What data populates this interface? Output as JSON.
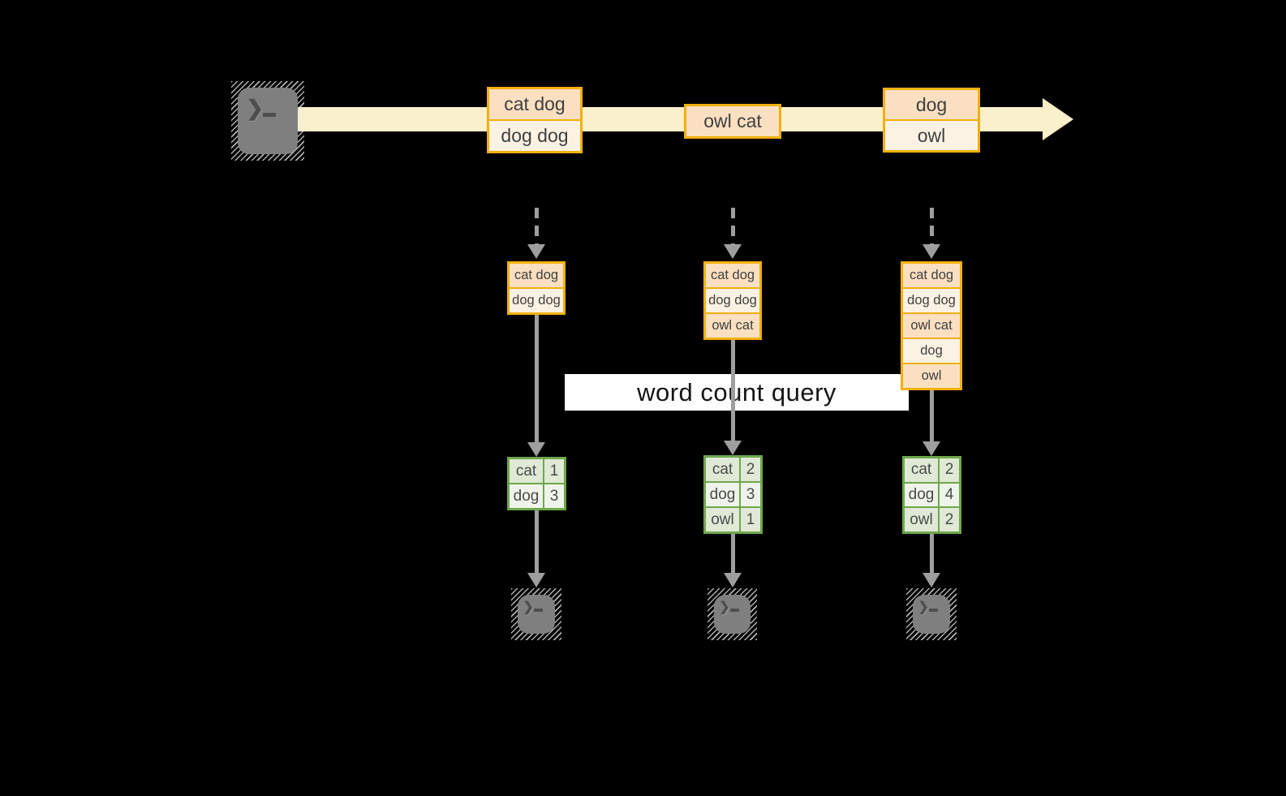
{
  "colors": {
    "background": "#000000",
    "amber": "#F2B00D",
    "peach": "#FADFC1",
    "cream": "#FCF2E3",
    "band": "#FAF0CB",
    "green": "#6FA74C",
    "green_fill_dark": "#DFE9D5",
    "green_fill_light": "#EFF4EB",
    "arrow_gray": "#9E9E9E",
    "terminal_gray": "#7F7F7F"
  },
  "banner": {
    "label": "word count query"
  },
  "stream": {
    "batches": [
      {
        "lines": [
          "cat dog",
          "dog dog"
        ]
      },
      {
        "lines": [
          "owl cat"
        ]
      },
      {
        "lines": [
          "dog",
          "owl"
        ]
      }
    ]
  },
  "columns": [
    {
      "buffer": [
        "cat dog",
        "dog dog"
      ],
      "counts": [
        {
          "word": "cat",
          "count": "1"
        },
        {
          "word": "dog",
          "count": "3"
        }
      ]
    },
    {
      "buffer": [
        "cat dog",
        "dog dog",
        "owl cat"
      ],
      "counts": [
        {
          "word": "cat",
          "count": "2"
        },
        {
          "word": "dog",
          "count": "3"
        },
        {
          "word": "owl",
          "count": "1"
        }
      ]
    },
    {
      "buffer": [
        "cat dog",
        "dog dog",
        "owl cat",
        "dog",
        "owl"
      ],
      "counts": [
        {
          "word": "cat",
          "count": "2"
        },
        {
          "word": "dog",
          "count": "4"
        },
        {
          "word": "owl",
          "count": "2"
        }
      ]
    }
  ],
  "icons": {
    "source": "terminal-prompt",
    "outputs": [
      "terminal-prompt",
      "terminal-prompt",
      "terminal-prompt"
    ]
  }
}
